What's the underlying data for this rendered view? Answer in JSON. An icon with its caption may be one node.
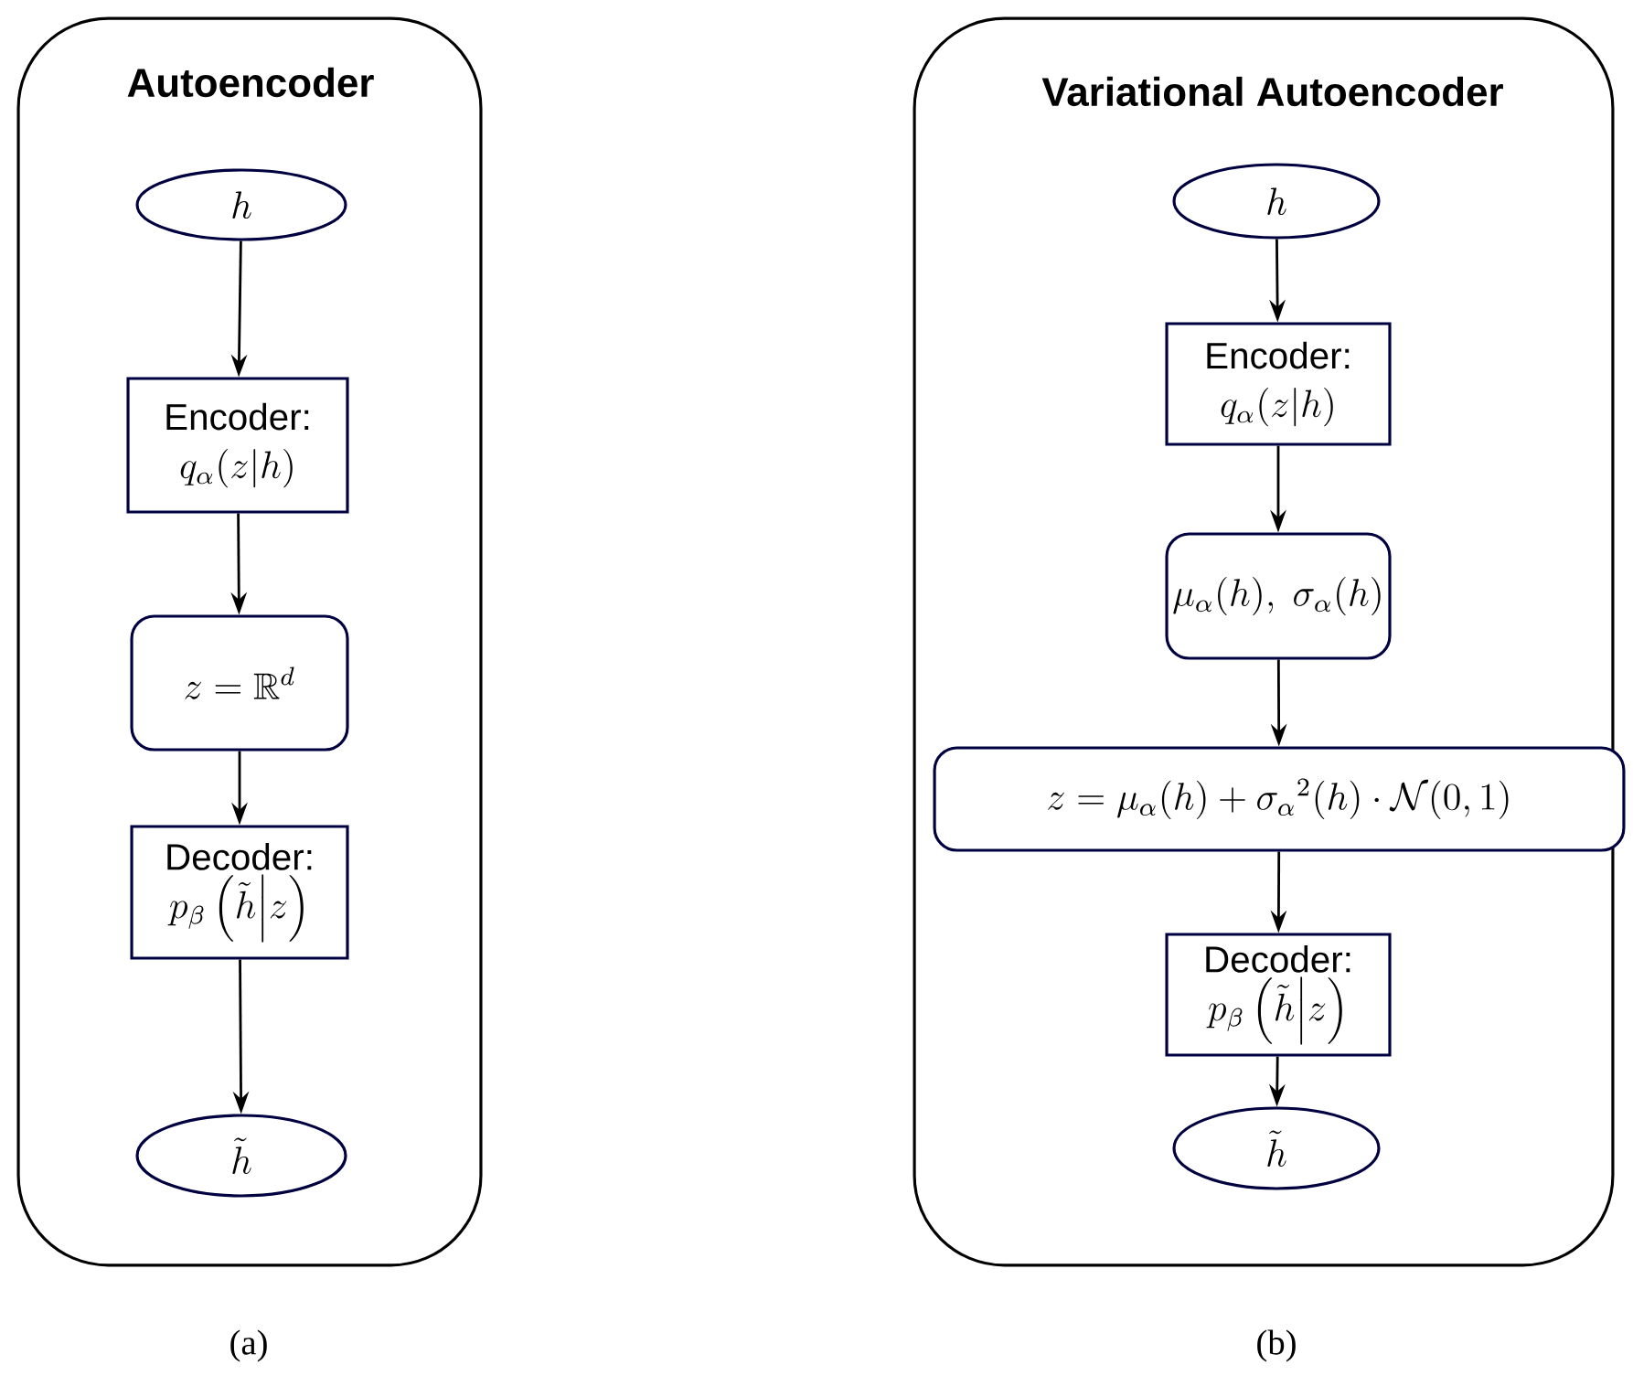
{
  "diagram": {
    "nodes": [
      {
        "text": [
          "Autoencoder"
        ]
      },
      {
        "text": [
          "h"
        ],
        "in": 0
      },
      {
        "text": [
          "Encoder:",
          "q_\\alpha(z|h)"
        ],
        "in": 0
      },
      {
        "text": [
          "z = \\mathbb{R}^d"
        ],
        "in": 0
      },
      {
        "text": [
          "Decoder:",
          "p_\\beta\\left(\\tilde{h}\\middle|z\\right)"
        ],
        "in": 0
      },
      {
        "text": [
          "\\tilde{h}"
        ],
        "in": 0
      },
      {
        "text": [
          "Variational Autoencoder"
        ]
      },
      {
        "text": [
          "h"
        ],
        "in": 6
      },
      {
        "text": [
          "Encoder:",
          "q_\\alpha(z|h)"
        ],
        "in": 6
      },
      {
        "text": [
          "\\mu_\\alpha(h),\\ \\sigma_\\alpha(h)"
        ],
        "in": 6
      },
      {
        "text": [
          "z = \\mu_\\alpha(h) + {\\sigma_\\alpha}^2(h) \\cdot \\mathcal{N}(0,1)"
        ],
        "in": 6
      },
      {
        "text": [
          "Decoder:",
          "p_\\beta\\left(\\tilde{h}\\middle|z\\right)"
        ],
        "in": 6
      },
      {
        "text": [
          "\\tilde{h}"
        ],
        "in": 6
      }
    ],
    "edges": [
      {
        "from": 1,
        "to": 2,
        "arrow": "to"
      },
      {
        "from": 2,
        "to": 3,
        "arrow": "to"
      },
      {
        "from": 3,
        "to": 4,
        "arrow": "to"
      },
      {
        "from": 4,
        "to": 5,
        "arrow": "to"
      },
      {
        "from": 7,
        "to": 8,
        "arrow": "to"
      },
      {
        "from": 8,
        "to": 9,
        "arrow": "to"
      },
      {
        "from": 9,
        "to": 10,
        "arrow": "to"
      },
      {
        "from": 10,
        "to": 11,
        "arrow": "to"
      },
      {
        "from": 11,
        "to": 12,
        "arrow": "to"
      }
    ],
    "labels": [
      "(a)",
      "(b)"
    ]
  }
}
